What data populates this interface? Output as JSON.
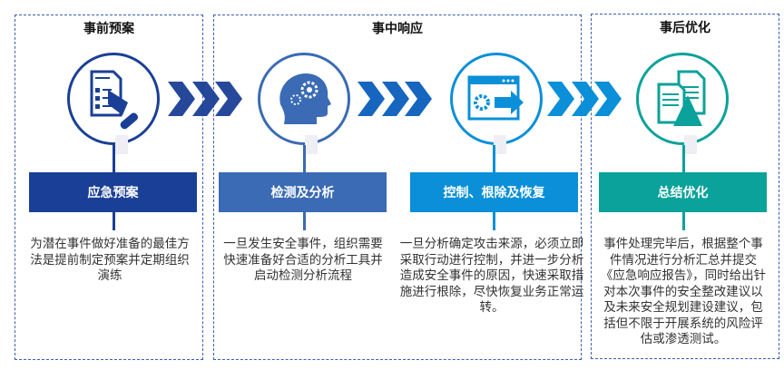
{
  "phases": [
    {
      "title": "事前预案"
    },
    {
      "title": "事中响应"
    },
    {
      "title": "事后优化"
    }
  ],
  "steps": [
    {
      "label": "应急预案",
      "icon": "checklist-hand-icon",
      "color": "#1a3f96",
      "desc": "为潜在事件做好准备的最佳方法是提前制定预案并定期组织演练"
    },
    {
      "label": "检测及分析",
      "icon": "head-gears-icon",
      "color": "#3a6bb4",
      "desc": "一旦发生安全事件，组织需要快速准备好合适的分析工具并启动检测分析流程"
    },
    {
      "label": "控制、根除及恢复",
      "icon": "window-gear-arrow-icon",
      "color": "#0a8fd8",
      "desc": "一旦分析确定攻击来源，必须立即采取行动进行控制，并进一步分析造成安全事件的原因，快速采取措施进行根除，尽快恢复业务正常运转。"
    },
    {
      "label": "总结优化",
      "icon": "documents-icon",
      "color": "#0aa29a",
      "desc": "事件处理完毕后，根据整个事件情况进行分析汇总并提交《应急响应报告》，同时给出针对本次事件的安全整改建议以及未来安全规划建设建议，包括但不限于开展系统的风险评估或渗透测试。"
    }
  ]
}
